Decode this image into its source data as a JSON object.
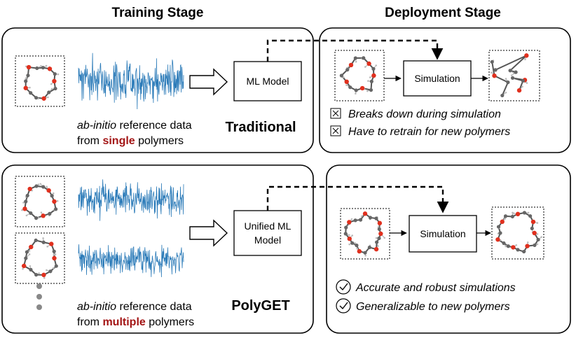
{
  "headers": {
    "training": "Training Stage",
    "deployment": "Deployment Stage"
  },
  "traditional": {
    "method_label": "Traditional",
    "model_box": "ML Model",
    "caption_line1_italic": "ab-initio",
    "caption_line1_rest": " reference data",
    "caption_line2_pre": "from ",
    "caption_line2_emph": "single",
    "caption_line2_post": " polymers",
    "simulation_box": "Simulation",
    "issues": [
      "Breaks down during simulation",
      "Have to retrain for new polymers"
    ]
  },
  "polyget": {
    "method_label": "PolyGET",
    "model_box_line1": "Unified ML",
    "model_box_line2": "Model",
    "caption_line1_italic": "ab-initio",
    "caption_line1_rest": " reference data",
    "caption_line2_pre": "from ",
    "caption_line2_emph": "multiple",
    "caption_line2_post": " polymers",
    "simulation_box": "Simulation",
    "benefits": [
      "Accurate and robust simulations",
      "Generalizable to new polymers"
    ]
  },
  "colors": {
    "signal": "#2a7ab8",
    "emphasis": "#a31515",
    "oxygen": "#e0301e",
    "carbon": "#666666"
  },
  "icons": {
    "issue": "cross-box-icon",
    "benefit": "check-circle-icon",
    "more": "vertical-ellipsis-icon"
  }
}
